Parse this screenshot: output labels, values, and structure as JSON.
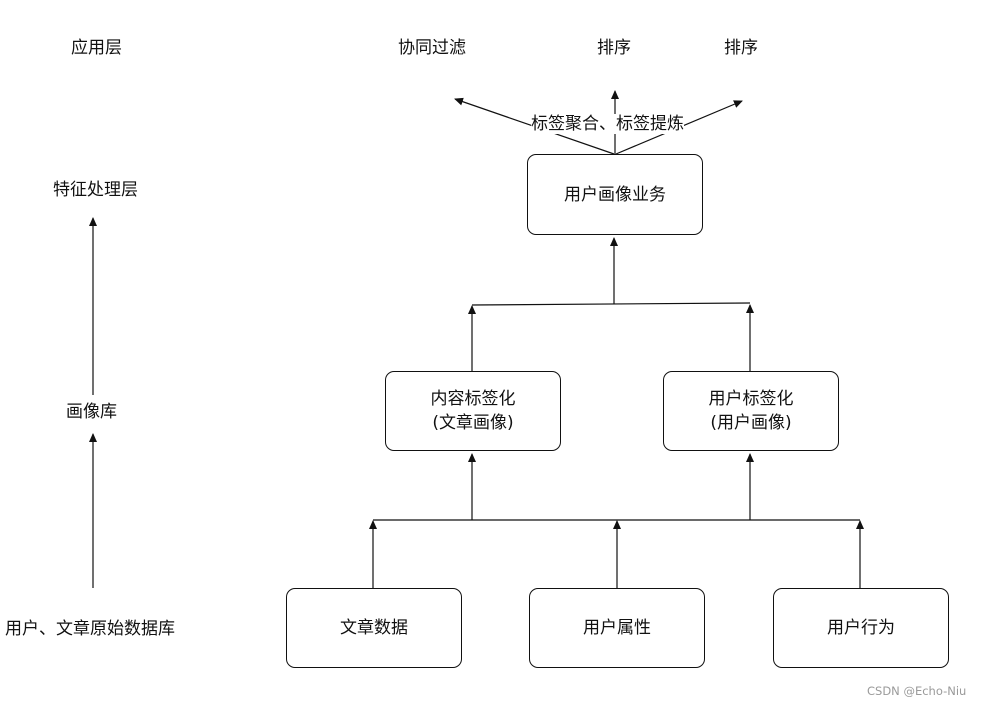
{
  "layers": {
    "app": "应用层",
    "feature": "特征处理层",
    "profile": "画像库",
    "raw": "用户、文章原始数据库"
  },
  "outputs": {
    "cf": "协同过滤",
    "sort1": "排序",
    "sort2": "排序",
    "agg": "标签聚合、标签提炼"
  },
  "nodes": {
    "biz": "用户画像业务",
    "content_tag": {
      "line1": "内容标签化",
      "line2": "(文章画像)"
    },
    "user_tag": {
      "line1": "用户标签化",
      "line2": "(用户画像)"
    },
    "article_data": "文章数据",
    "user_attr": "用户属性",
    "user_behavior": "用户行为"
  },
  "watermark": "CSDN @Echo-Niu"
}
